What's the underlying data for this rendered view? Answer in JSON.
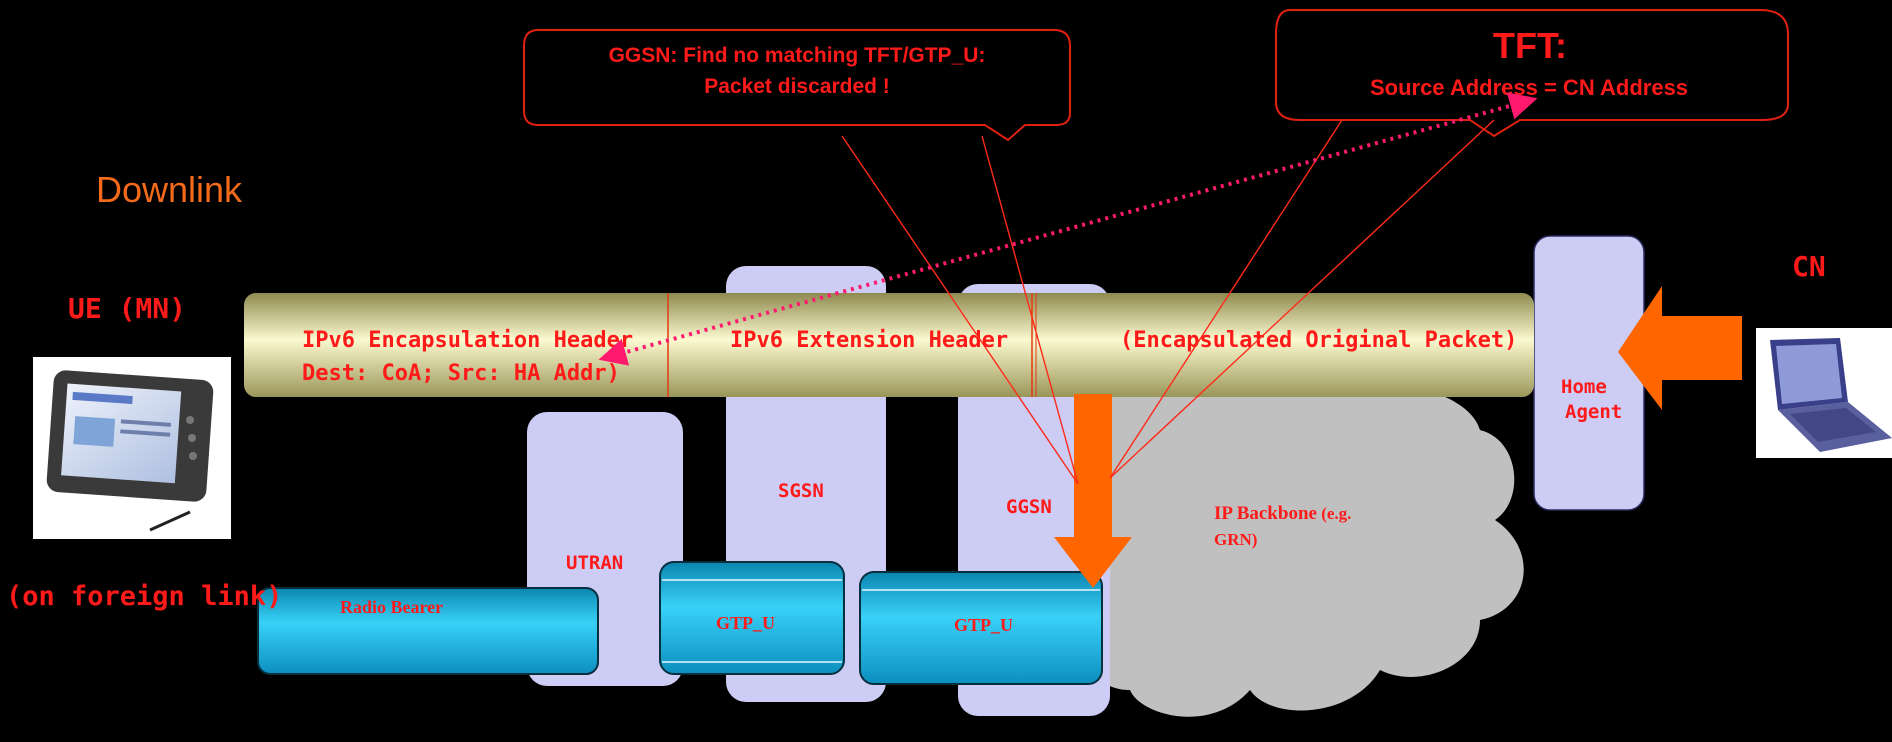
{
  "title": "Downlink",
  "callouts": {
    "ggsn": {
      "line1": "GGSN: Find no matching TFT/GTP_U:",
      "line2": "Packet discarded !"
    },
    "tft": {
      "heading": "TFT:",
      "body": "Source Address = CN Address"
    }
  },
  "ue": {
    "label": "UE (MN)",
    "sublabel": "(on foreign link)"
  },
  "cn": {
    "label": "CN"
  },
  "tunnel": {
    "segment1_line1": "IPv6 Encapsulation Header",
    "segment1_line2": "Dest: CoA; Src: HA Addr)",
    "segment2": "IPv6 Extension Header",
    "segment3": "(Encapsulated Original  Packet)"
  },
  "nodes": {
    "utran": "UTRAN",
    "sgsn": "SGSN",
    "ggsn": "GGSN",
    "home_agent_line1": "Home",
    "home_agent_line2": "Agent"
  },
  "backbone": {
    "line1_bold": "IP Backbone",
    "line1_rest": " (e.g.",
    "line2": "GRN)"
  },
  "bearers": {
    "radio": "Radio Bearer",
    "gtp1": "GTP_U",
    "gtp2": "GTP_U"
  },
  "colors": {
    "background": "#000000",
    "accent_red": "#ff1a1a",
    "title_orange": "#f36a1a",
    "node_fill": "#ccccf5",
    "tunnel_olive": "#b9b571",
    "bearer_cyan": "#12b7e3",
    "arrow_orange": "#ff6600",
    "cloud_gray": "#c0c0c0",
    "dotted_magenta": "#ff1a6e"
  }
}
